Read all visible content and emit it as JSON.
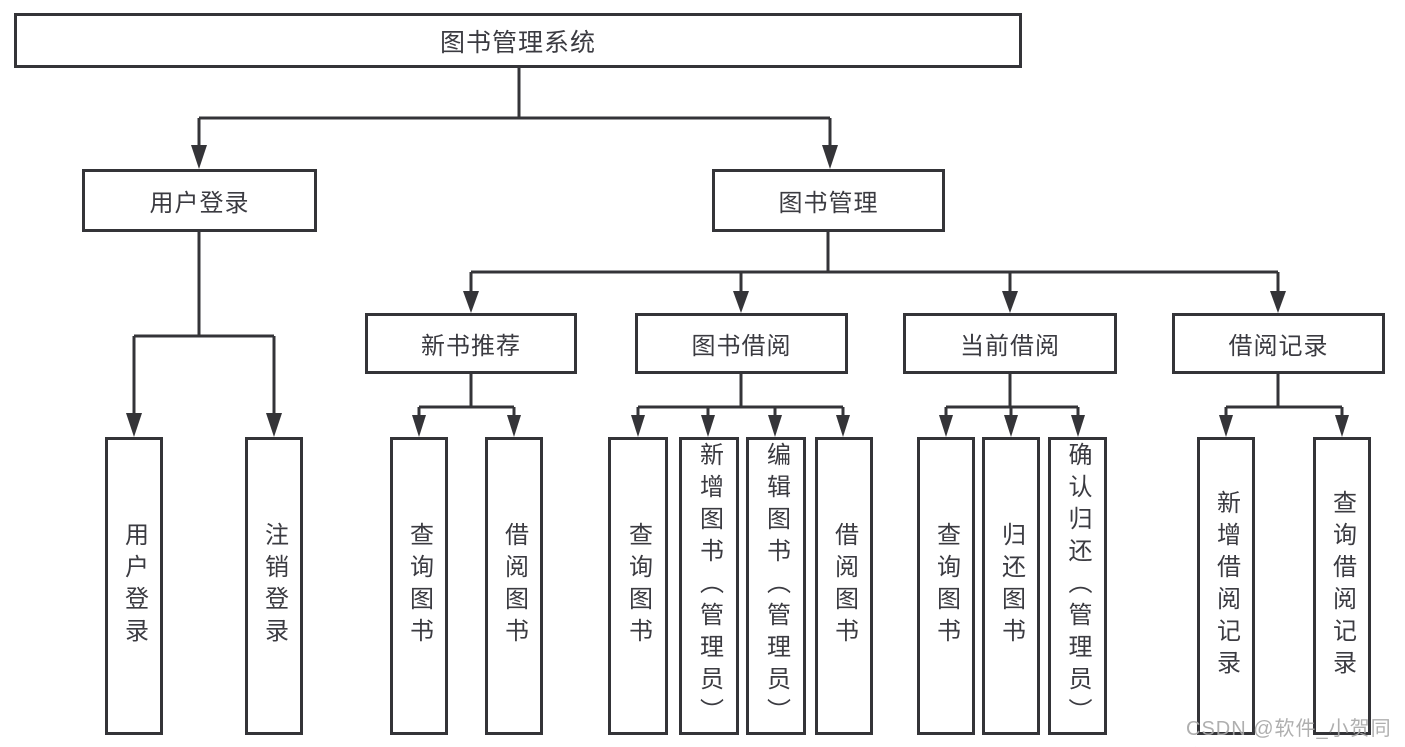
{
  "diagram": {
    "title": "图书管理系统",
    "branches": [
      {
        "label": "用户登录",
        "children": [
          {
            "label": "用户登录"
          },
          {
            "label": "注销登录"
          }
        ]
      },
      {
        "label": "图书管理",
        "children": [
          {
            "label": "新书推荐",
            "children": [
              {
                "label": "查询图书"
              },
              {
                "label": "借阅图书"
              }
            ]
          },
          {
            "label": "图书借阅",
            "children": [
              {
                "label": "查询图书"
              },
              {
                "label": "新增图书（管理员）"
              },
              {
                "label": "编辑图书（管理员）"
              },
              {
                "label": "借阅图书"
              }
            ]
          },
          {
            "label": "当前借阅",
            "children": [
              {
                "label": "查询图书"
              },
              {
                "label": "归还图书"
              },
              {
                "label": "确认归还（管理员）"
              }
            ]
          },
          {
            "label": "借阅记录",
            "children": [
              {
                "label": "新增借阅记录"
              },
              {
                "label": "查询借阅记录"
              }
            ]
          }
        ]
      }
    ],
    "watermark": "CSDN @软件_小贺同学",
    "colors": {
      "line": "#343438",
      "box_border": "#343438",
      "box_background": "#ffffff",
      "text": "#3b3b41",
      "watermark_text": "#a9a9a9",
      "page_background": "#ffffff"
    }
  }
}
